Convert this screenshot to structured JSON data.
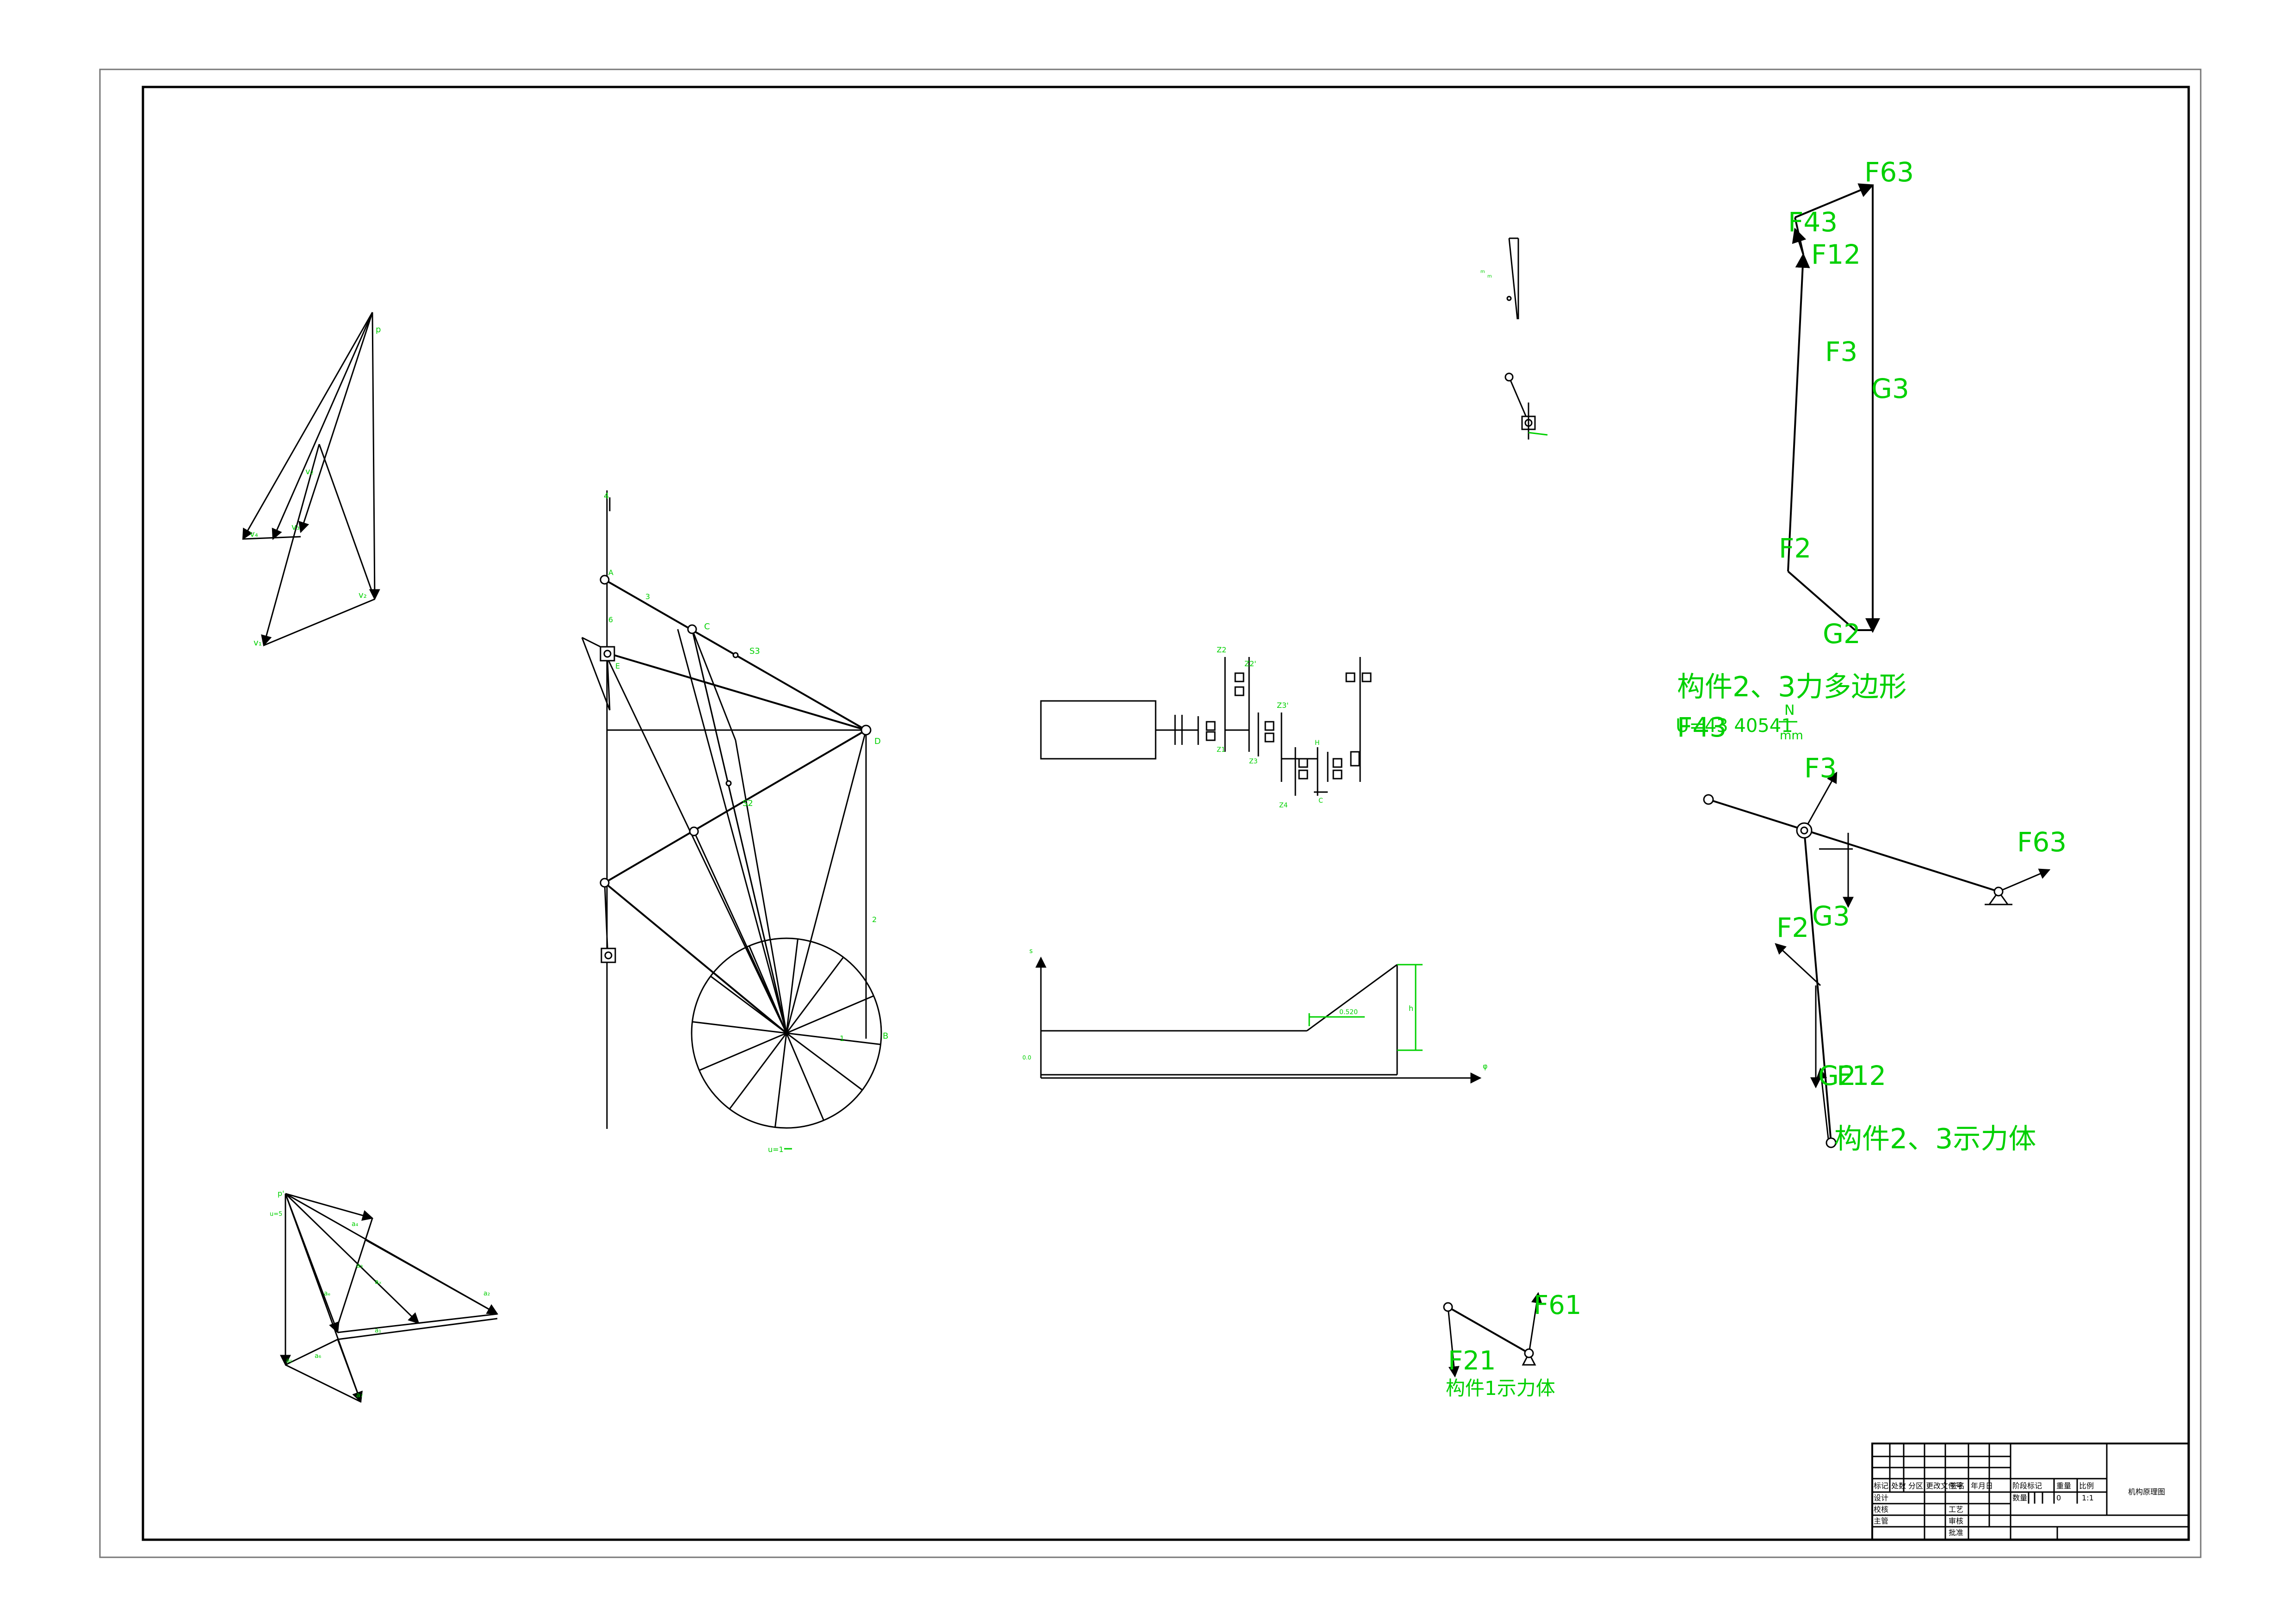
{
  "labels": {
    "force_top": {
      "F63": "F63",
      "F43": "F43",
      "F12": "F12",
      "F3": "F3",
      "G3": "G3",
      "F2": "F2",
      "G2": "G2"
    },
    "polygon_title": "构件2、3力多边形",
    "scale_text": "U=43 40541",
    "scale_unit_top": "N",
    "scale_unit_bottom": "mm",
    "free_body": {
      "F43": "F43",
      "F3": "F3",
      "F63": "F63",
      "F2": "F2",
      "G3": "G3",
      "G2": "G2",
      "F12": "F12",
      "title": "构件2、3示力体"
    },
    "member1": {
      "F61": "F61",
      "F21": "F21",
      "title": "构件1示力体"
    },
    "mechanism": {
      "C": "C",
      "S3": "S3",
      "D": "D",
      "S2": "S2",
      "B": "B"
    },
    "cam": {
      "angle_label": "0.520",
      "axis_x": "φ"
    },
    "gears": {
      "Z2": "Z2",
      "Z2p": "Z2'",
      "Z1": "Z1",
      "Z3p": "Z3'",
      "Z3": "Z3",
      "Z4": "Z4"
    }
  },
  "title_block": {
    "row_headers": [
      "标记",
      "处数",
      "分区",
      "更改文件号",
      "签名",
      "年月日"
    ],
    "left_rows": [
      "设计",
      "校核",
      "主管"
    ],
    "mid_rows": [
      "工艺",
      "审核",
      "批准"
    ],
    "stage_label": "阶段标记",
    "weight_label": "重量",
    "scale_label": "比例",
    "qty_label": "数量",
    "weight_value": "0",
    "scale_value": "1:1",
    "drawing_title": "机构原理图"
  }
}
